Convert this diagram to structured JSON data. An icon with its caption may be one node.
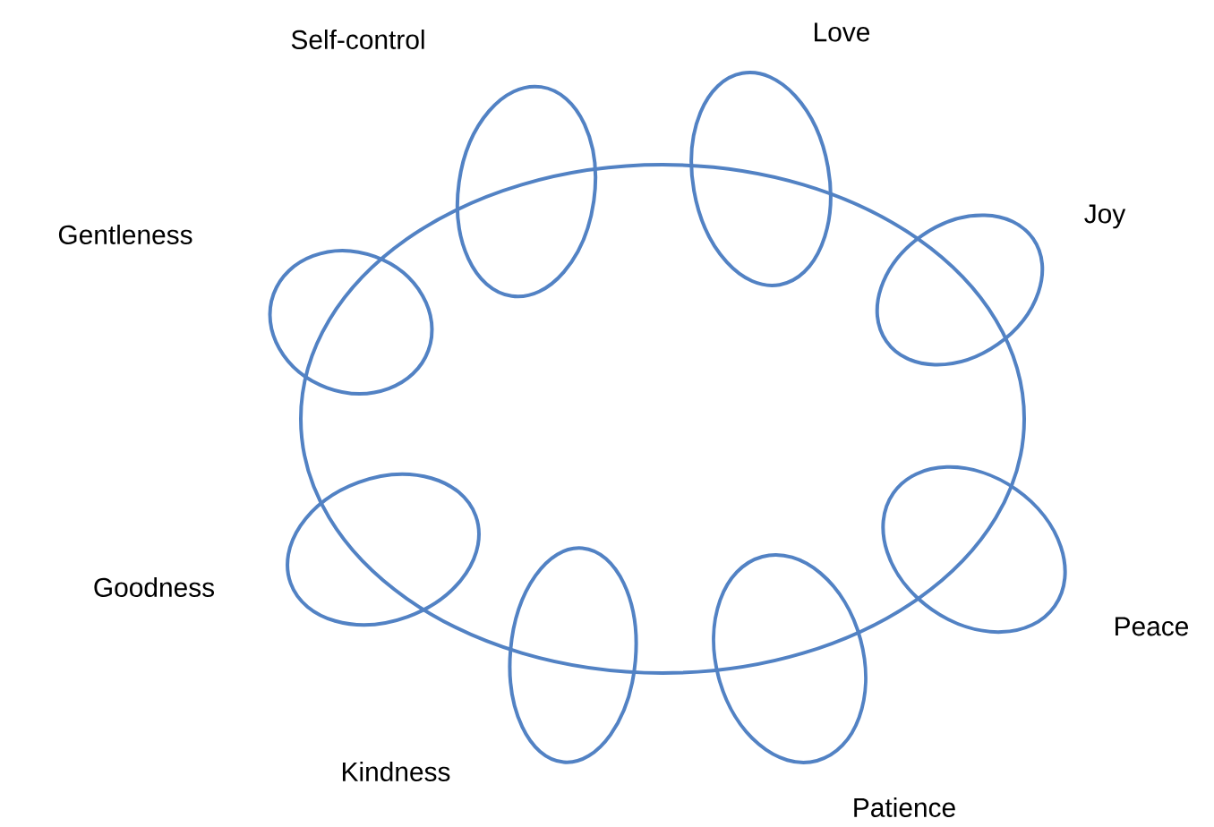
{
  "diagram": {
    "nodes": [
      {
        "text": [],
        "shape": "ellipse"
      },
      {
        "text": [],
        "shape": "ellipse",
        "beside": [
          "Self-control"
        ]
      },
      {
        "text": [],
        "shape": "ellipse",
        "beside": [
          "Love"
        ]
      },
      {
        "text": [],
        "shape": "ellipse",
        "beside": [
          "Gentleness"
        ]
      },
      {
        "text": [],
        "shape": "ellipse",
        "beside": [
          "Joy"
        ]
      },
      {
        "text": [],
        "shape": "ellipse",
        "beside": [
          "Goodness"
        ]
      },
      {
        "text": [],
        "shape": "ellipse",
        "beside": [
          "Peace"
        ]
      },
      {
        "text": [],
        "shape": "ellipse",
        "beside": [
          "Kindness"
        ]
      },
      {
        "text": [],
        "shape": "ellipse",
        "beside": [
          "Patience"
        ]
      }
    ]
  }
}
